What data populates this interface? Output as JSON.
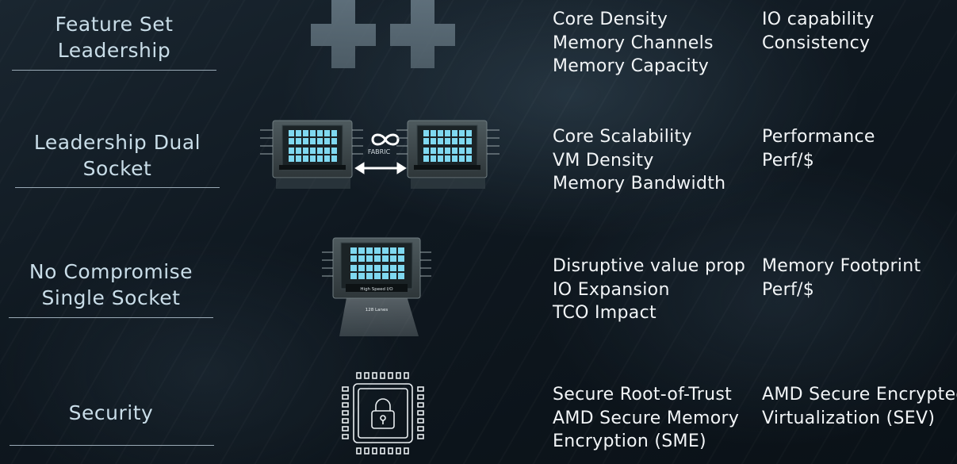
{
  "rows": [
    {
      "title": "Feature Set\nLeadership",
      "benefits_left": [
        "Core Density",
        "Memory Channels",
        "Memory Capacity"
      ],
      "benefits_right": [
        "IO capability",
        "Consistency"
      ],
      "graphic": "plus-icons"
    },
    {
      "title": "Leadership Dual\nSocket",
      "benefits_left": [
        "Core Scalability",
        "VM Density",
        "Memory Bandwidth"
      ],
      "benefits_right": [
        "Performance",
        "Perf/$"
      ],
      "graphic": "dual-socket-fabric",
      "fabric_label": "FABRIC"
    },
    {
      "title": "No Compromise\nSingle Socket",
      "benefits_left": [
        "Disruptive value prop",
        "IO Expansion",
        "TCO Impact"
      ],
      "benefits_right": [
        "Memory Footprint",
        "Perf/$"
      ],
      "graphic": "single-socket-chip",
      "chip_io_label": "High Speed I/O",
      "chip_lanes_label": "128 Lanes"
    },
    {
      "title": "Security",
      "benefits_left": [
        "Secure Root-of-Trust",
        "AMD Secure Memory",
        "Encryption (SME)"
      ],
      "benefits_right": [
        "AMD Secure Encrypted",
        "Virtualization (SEV)"
      ],
      "graphic": "lock-chip-icon"
    }
  ],
  "colors": {
    "title": "#c9dde8",
    "text": "#f2f5f7",
    "chip_glow": "#7fd8f0",
    "rule": "#9aaab6"
  }
}
